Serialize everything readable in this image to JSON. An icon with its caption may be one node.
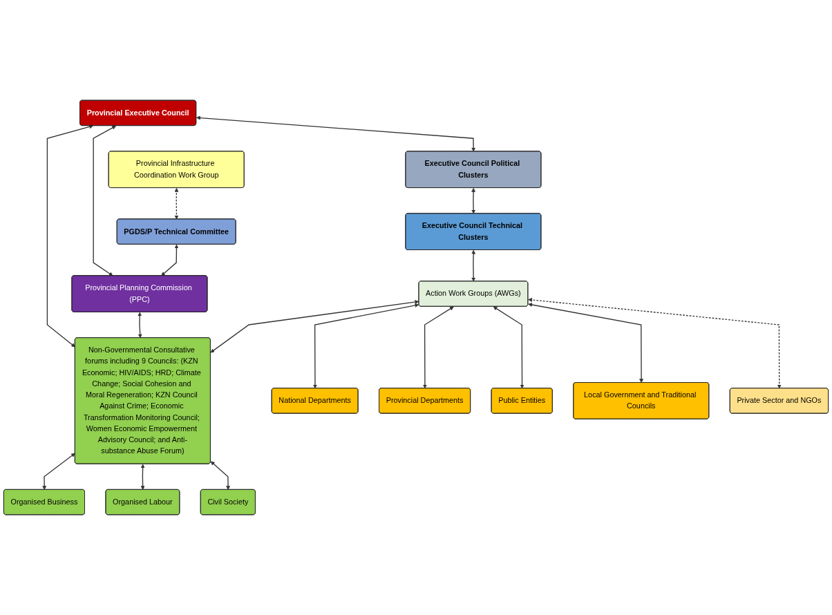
{
  "diagram": {
    "nodes": [
      {
        "text": [
          "Provincial Executive Council"
        ]
      },
      {
        "text": [
          "Executive Council Political Clusters"
        ]
      },
      {
        "text": [
          "Executive Council Technical Clusters"
        ]
      },
      {
        "text": [
          "Provincial Planning Commission (PPC)"
        ]
      },
      {
        "text": [
          "Provincial Infrastructure Coordination Work Group"
        ]
      },
      {
        "text": [
          "PGDS/P Technical Committee"
        ]
      },
      {
        "text": [
          "Non-Governmental Consultative forums including 9 Councils: (KZN Economic; HIV/AIDS; HRD; Climate Change; Social Cohesion and Moral Regeneration; KZN Council Against Crime; Economic Transformation Monitoring Council; Women Economic Empowerment Advisory Council; and Anti-substance Abuse Forum)"
        ]
      },
      {
        "text": [
          "Action Work Groups (AWGs)"
        ]
      },
      {
        "text": [
          "National Departments"
        ]
      },
      {
        "text": [
          "Provincial Departments"
        ]
      },
      {
        "text": [
          "Public Entities"
        ]
      },
      {
        "text": [
          "Local Government and Traditional Councils"
        ]
      },
      {
        "text": [
          "Private Sector and NGOs"
        ]
      },
      {
        "text": [
          "Organised Business"
        ]
      },
      {
        "text": [
          "Organised Labour"
        ]
      },
      {
        "text": [
          "Civil Society"
        ]
      }
    ],
    "edges": [
      {
        "from": 0,
        "to": 1,
        "arrow": "both"
      },
      {
        "from": 1,
        "to": 2,
        "arrow": "both"
      },
      {
        "from": 0,
        "to": 3,
        "arrow": "both"
      },
      {
        "from": 0,
        "to": 6,
        "arrow": "both"
      },
      {
        "from": 3,
        "to": 6,
        "arrow": "both"
      },
      {
        "from": 5,
        "to": 3,
        "arrow": "both"
      },
      {
        "from": 4,
        "to": 5,
        "arrow": "both",
        "style": "dashed"
      },
      {
        "from": 2,
        "to": 7,
        "arrow": "both"
      },
      {
        "from": 7,
        "to": 6,
        "arrow": "both"
      },
      {
        "from": 7,
        "to": 8,
        "arrow": "both"
      },
      {
        "from": 7,
        "to": 9,
        "arrow": "both"
      },
      {
        "from": 7,
        "to": 10,
        "arrow": "both"
      },
      {
        "from": 7,
        "to": 11,
        "arrow": "both"
      },
      {
        "from": 7,
        "to": 12,
        "arrow": "both",
        "style": "dashed"
      },
      {
        "from": 6,
        "to": 13,
        "arrow": "both"
      },
      {
        "from": 6,
        "to": 14,
        "arrow": "both"
      },
      {
        "from": 6,
        "to": 15,
        "arrow": "both"
      }
    ]
  }
}
